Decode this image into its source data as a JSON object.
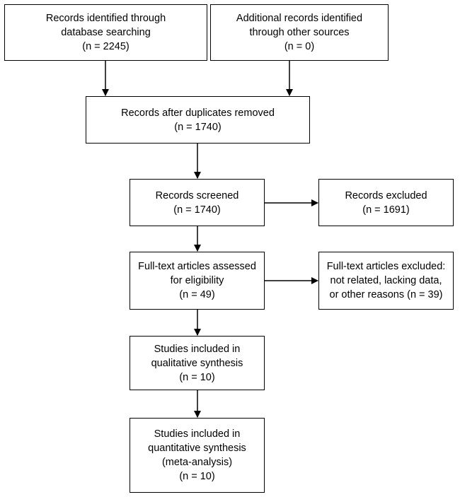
{
  "boxes": {
    "identified_db": {
      "lines": [
        "Records identified through",
        "database searching",
        "(n = 2245)"
      ]
    },
    "identified_other": {
      "lines": [
        "Additional records identified",
        "through other sources",
        "(n = 0)"
      ]
    },
    "after_duplicates": {
      "lines": [
        "Records after duplicates removed",
        "(n = 1740)"
      ]
    },
    "screened": {
      "lines": [
        "Records screened",
        "(n = 1740)"
      ]
    },
    "excluded": {
      "lines": [
        "Records excluded",
        "(n = 1691)"
      ]
    },
    "fulltext_assessed": {
      "lines": [
        "Full-text articles assessed",
        "for eligibility",
        "(n = 49)"
      ]
    },
    "fulltext_excluded": {
      "lines": [
        "Full-text articles excluded:",
        "not related, lacking data,",
        "or other reasons (n = 39)"
      ]
    },
    "qualitative": {
      "lines": [
        "Studies included in",
        "qualitative synthesis",
        "(n = 10)"
      ]
    },
    "quantitative": {
      "lines": [
        "Studies included in",
        "quantitative synthesis",
        "(meta-analysis)",
        "(n = 10)"
      ]
    }
  }
}
